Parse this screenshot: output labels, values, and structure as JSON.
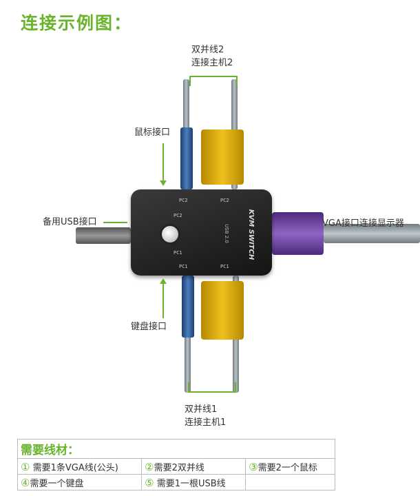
{
  "title": "连接示例图：",
  "labels": {
    "pc2_cable": [
      "双并线2",
      "连接主机2"
    ],
    "mouse_port": "鼠标接口",
    "usb_port": "备用USB接口",
    "vga_port": "VGA接口连接显示器",
    "keyboard_port": "键盘接口",
    "pc1_cable": [
      "双并线1",
      "连接主机1"
    ]
  },
  "device": {
    "brand": "KVM SWITCH",
    "version": "USB 2.0",
    "port_top_left": "PC2",
    "port_top_right": "PC2",
    "port_bottom_left": "PC1",
    "port_bottom_right": "PC1",
    "led_top": "PC2",
    "led_bottom": "PC1"
  },
  "accent_color": "#6ab42d",
  "materials": {
    "heading": "需要线材：",
    "items": [
      {
        "num": "①",
        "text": "需要1条VGA线(公头)"
      },
      {
        "num": "②",
        "text": "需要2双并线"
      },
      {
        "num": "③",
        "text": "需要2一个鼠标"
      },
      {
        "num": "④",
        "text": "需要一个键盘"
      },
      {
        "num": "⑤",
        "text": "需要1一根USB线"
      }
    ]
  }
}
